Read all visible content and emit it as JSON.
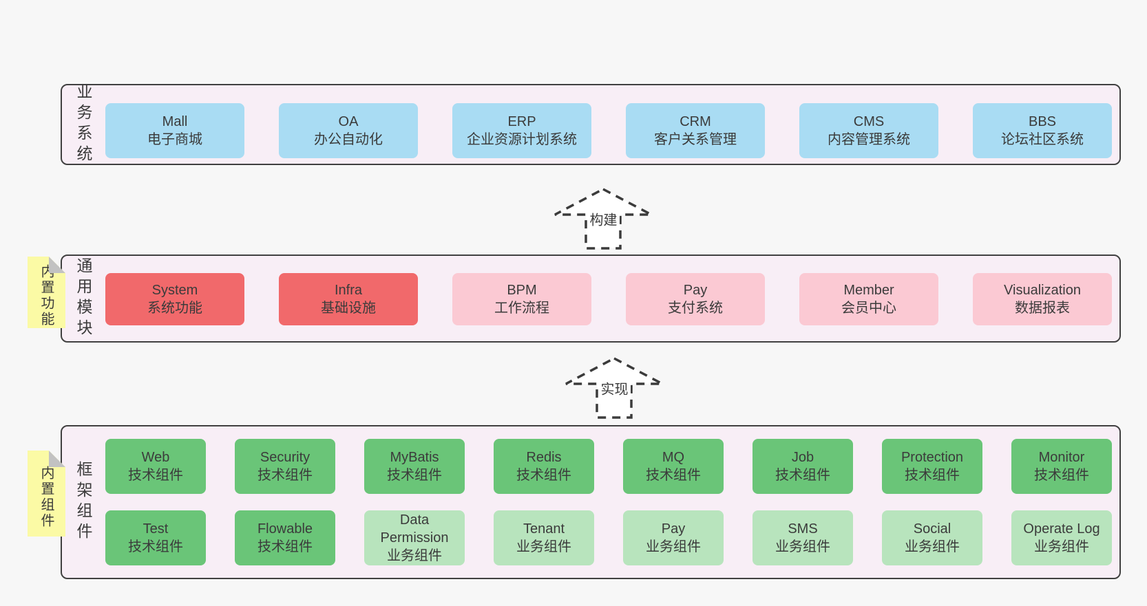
{
  "colors": {
    "page_background": "#f7f7f7",
    "band_background": "#f8eef6",
    "band_border": "#404040",
    "blue_card": "#a9dcf3",
    "red_card": "#f1696b",
    "pink_card": "#fbc9d3",
    "green_card": "#6ac578",
    "light_green_card": "#b8e4bd",
    "sticky_yellow": "#fbfaa5",
    "sticky_fold_gray": "#c2c2c2",
    "text": "#3b3b3b"
  },
  "bands": {
    "business": {
      "side_label": "业务系统",
      "items": [
        {
          "title": "Mall",
          "subtitle": "电子商城",
          "variant": "blue"
        },
        {
          "title": "OA",
          "subtitle": "办公自动化",
          "variant": "blue"
        },
        {
          "title": "ERP",
          "subtitle": "企业资源计划系统",
          "variant": "blue"
        },
        {
          "title": "CRM",
          "subtitle": "客户关系管理",
          "variant": "blue"
        },
        {
          "title": "CMS",
          "subtitle": "内容管理系统",
          "variant": "blue"
        },
        {
          "title": "BBS",
          "subtitle": "论坛社区系统",
          "variant": "blue"
        }
      ]
    },
    "modules": {
      "side_label": "通用模块",
      "sticky_label": "内置功能",
      "items": [
        {
          "title": "System",
          "subtitle": "系统功能",
          "variant": "red"
        },
        {
          "title": "Infra",
          "subtitle": "基础设施",
          "variant": "red"
        },
        {
          "title": "BPM",
          "subtitle": "工作流程",
          "variant": "pink"
        },
        {
          "title": "Pay",
          "subtitle": "支付系统",
          "variant": "pink"
        },
        {
          "title": "Member",
          "subtitle": "会员中心",
          "variant": "pink"
        },
        {
          "title": "Visualization",
          "subtitle": "数据报表",
          "variant": "pink"
        }
      ]
    },
    "components": {
      "side_label": "框架组件",
      "sticky_label": "内置组件",
      "row1": [
        {
          "title": "Web",
          "subtitle": "技术组件",
          "variant": "green"
        },
        {
          "title": "Security",
          "subtitle": "技术组件",
          "variant": "green"
        },
        {
          "title": "MyBatis",
          "subtitle": "技术组件",
          "variant": "green"
        },
        {
          "title": "Redis",
          "subtitle": "技术组件",
          "variant": "green"
        },
        {
          "title": "MQ",
          "subtitle": "技术组件",
          "variant": "green"
        },
        {
          "title": "Job",
          "subtitle": "技术组件",
          "variant": "green"
        },
        {
          "title": "Protection",
          "subtitle": "技术组件",
          "variant": "green"
        },
        {
          "title": "Monitor",
          "subtitle": "技术组件",
          "variant": "green"
        }
      ],
      "row2": [
        {
          "title": "Test",
          "subtitle": "技术组件",
          "variant": "green"
        },
        {
          "title": "Flowable",
          "subtitle": "技术组件",
          "variant": "green"
        },
        {
          "title": "Data Permission",
          "subtitle": "业务组件",
          "variant": "green-light"
        },
        {
          "title": "Tenant",
          "subtitle": "业务组件",
          "variant": "green-light"
        },
        {
          "title": "Pay",
          "subtitle": "业务组件",
          "variant": "green-light"
        },
        {
          "title": "SMS",
          "subtitle": "业务组件",
          "variant": "green-light"
        },
        {
          "title": "Social",
          "subtitle": "业务组件",
          "variant": "green-light"
        },
        {
          "title": "Operate Log",
          "subtitle": "业务组件",
          "variant": "green-light"
        }
      ]
    }
  },
  "arrows": [
    {
      "label": "构建"
    },
    {
      "label": "实现"
    }
  ]
}
